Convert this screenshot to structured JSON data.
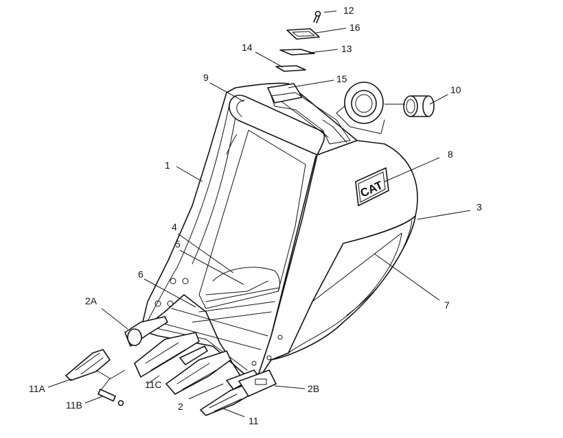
{
  "diagram": {
    "logo_text": "CAT",
    "labels": {
      "1": "1",
      "2": "2",
      "2A": "2A",
      "2B": "2B",
      "3": "3",
      "4": "4",
      "5": "5",
      "6": "6",
      "7": "7",
      "8": "8",
      "9": "9",
      "10": "10",
      "11": "11",
      "11A": "11A",
      "11B": "11B",
      "11C": "11C",
      "12": "12",
      "13": "13",
      "14": "14",
      "15": "15",
      "16": "16"
    }
  }
}
